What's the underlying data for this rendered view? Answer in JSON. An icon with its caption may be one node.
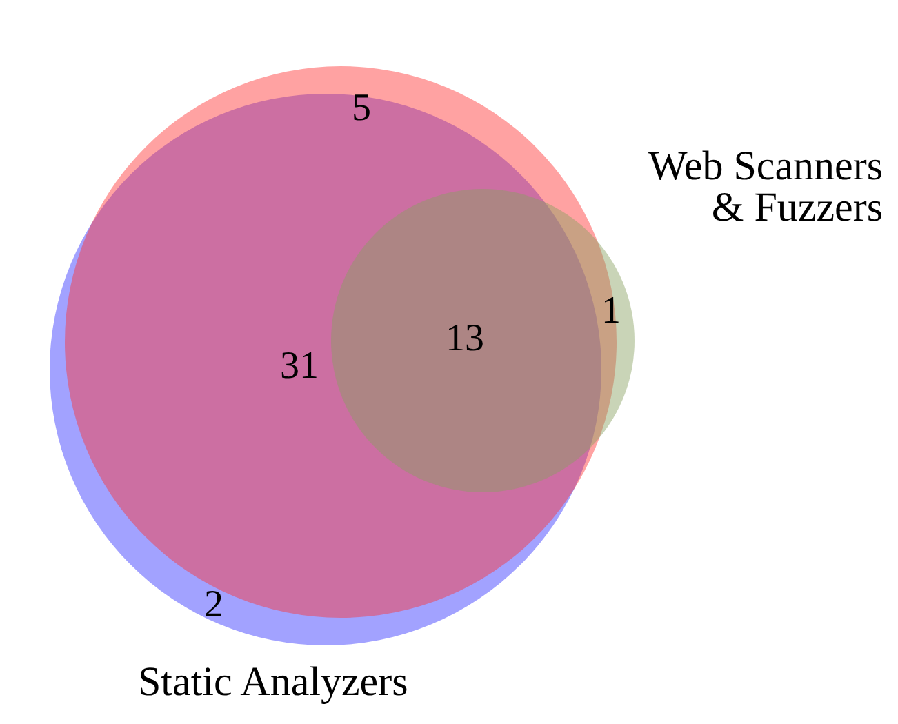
{
  "diagram": {
    "nodes": [
      {
        "text": [],
        "shape": "circle"
      },
      {
        "text": [
          "Static Analyzers"
        ]
      },
      {
        "text": [
          "Web Scanners & Fuzzers"
        ]
      }
    ],
    "labels": [
      "5",
      "1",
      "31",
      "13",
      "2"
    ]
  }
}
